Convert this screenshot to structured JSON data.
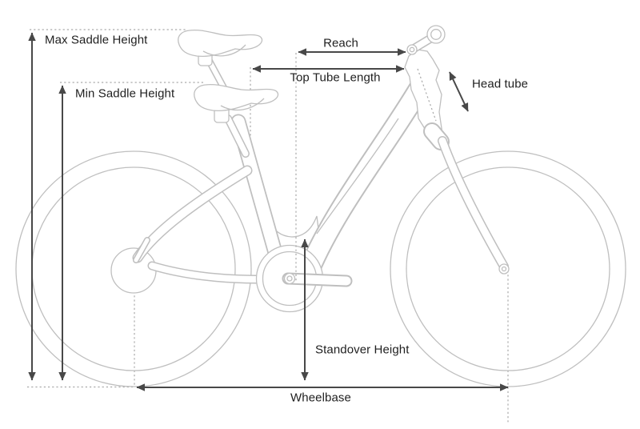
{
  "diagram": {
    "subject": "step-through electric bike side-view line drawing with geometry measurements",
    "measurements": [
      {
        "id": "max_saddle_height",
        "label": "Max Saddle Height",
        "orientation": "vertical"
      },
      {
        "id": "min_saddle_height",
        "label": "Min Saddle Height",
        "orientation": "vertical"
      },
      {
        "id": "reach",
        "label": "Reach",
        "orientation": "horizontal"
      },
      {
        "id": "top_tube_length",
        "label": "Top Tube Length",
        "orientation": "horizontal"
      },
      {
        "id": "head_tube",
        "label": "Head tube",
        "orientation": "diagonal"
      },
      {
        "id": "standover_height",
        "label": "Standover Height",
        "orientation": "vertical"
      },
      {
        "id": "wheelbase",
        "label": "Wheelbase",
        "orientation": "horizontal"
      }
    ],
    "labels": {
      "max_saddle_height": "Max Saddle Height",
      "min_saddle_height": "Min Saddle Height",
      "reach": "Reach",
      "top_tube_length": "Top Tube Length",
      "head_tube": "Head tube",
      "standover_height": "Standover Height",
      "wheelbase": "Wheelbase"
    },
    "colors": {
      "background": "#ffffff",
      "annotation_line": "#484848",
      "label_text": "#1f1f1f",
      "bike_outline": "#bfbfbf",
      "guide_dotted": "#aaaaaa"
    }
  }
}
